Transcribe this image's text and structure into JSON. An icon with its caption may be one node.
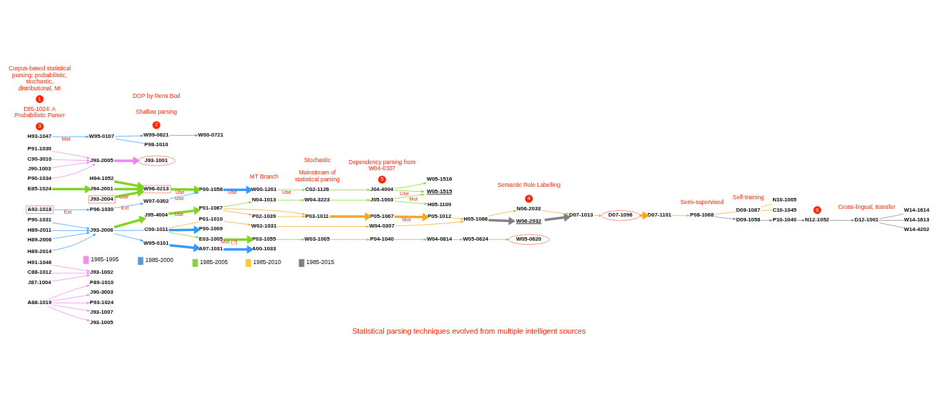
{
  "diagram": {
    "caption": "Statistical parsing techniques evolved from multiple intelligent sources",
    "nodes": [
      {
        "text": [
          "A88-1019"
        ]
      },
      {
        "text": [
          "P89-1010"
        ]
      },
      {
        "text": [
          "J90-3003"
        ]
      },
      {
        "text": [
          "P93-1024"
        ]
      },
      {
        "text": [
          "J93-1007"
        ]
      },
      {
        "text": [
          "J93-1005"
        ]
      },
      {
        "text": [
          "H91-1046"
        ]
      },
      {
        "text": [
          "C88-1012"
        ]
      },
      {
        "text": [
          "J87-1004"
        ]
      },
      {
        "text": [
          "J93-1002"
        ]
      },
      {
        "text": [
          "E85-1024"
        ]
      },
      {
        "text": [
          "H94-1052"
        ]
      },
      {
        "text": [
          "J94-2001"
        ]
      },
      {
        "text": [
          "W96-0213"
        ]
      },
      {
        "text": [
          "J93-2004"
        ]
      },
      {
        "text": [
          "P00-1058"
        ]
      },
      {
        "text": [
          "W00-1201"
        ]
      },
      {
        "text": [
          "C02-1126"
        ]
      },
      {
        "text": [
          "J04-4004"
        ]
      },
      {
        "text": [
          "W05-1516"
        ]
      },
      {
        "text": [
          "W05-1515"
        ]
      },
      {
        "text": [
          "J05-1003"
        ]
      },
      {
        "text": [
          "H05-1100"
        ]
      },
      {
        "text": [
          "N04-1013"
        ]
      },
      {
        "text": [
          "W04-3223"
        ]
      },
      {
        "text": [
          "P01-1067"
        ]
      },
      {
        "text": [
          "P02-1039"
        ]
      },
      {
        "text": [
          "P03-1011"
        ]
      },
      {
        "text": [
          "P05-1067"
        ]
      },
      {
        "text": [
          "P05-1012"
        ]
      },
      {
        "text": [
          "P96-1030"
        ]
      },
      {
        "text": [
          "A92-1018"
        ]
      },
      {
        "text": [
          "W97-0302"
        ]
      },
      {
        "text": [
          "P91-1030"
        ]
      },
      {
        "text": [
          "C90-3010"
        ]
      },
      {
        "text": [
          "J90-1003"
        ]
      },
      {
        "text": [
          "J93-2005"
        ]
      },
      {
        "text": [
          "P90-1034"
        ]
      },
      {
        "text": [
          "J93-1001"
        ]
      },
      {
        "text": [
          "W00-0721"
        ]
      },
      {
        "text": [
          "W99-0621"
        ]
      },
      {
        "text": [
          "P98-1010"
        ]
      },
      {
        "text": [
          "W95-0107"
        ]
      },
      {
        "text": [
          "H93-1047"
        ]
      },
      {
        "text": [
          "P90-1031"
        ]
      },
      {
        "text": [
          "H89-2011"
        ]
      },
      {
        "text": [
          "H89-2006"
        ]
      },
      {
        "text": [
          "H89-2014"
        ]
      },
      {
        "text": [
          "J93-2006"
        ]
      },
      {
        "text": [
          "J95-4004"
        ]
      },
      {
        "text": [
          "W95-0101"
        ]
      },
      {
        "text": [
          "P00-1009"
        ]
      },
      {
        "text": [
          "C00-1011"
        ]
      },
      {
        "text": [
          "A97-1031"
        ]
      },
      {
        "text": [
          "A00-1033"
        ]
      },
      {
        "text": [
          "P03-1055"
        ]
      },
      {
        "text": [
          "E03-1005"
        ]
      },
      {
        "text": [
          "W03-1005"
        ]
      },
      {
        "text": [
          "P04-1040"
        ]
      },
      {
        "text": [
          "W04-0814"
        ]
      },
      {
        "text": [
          "W05-0624"
        ]
      },
      {
        "text": [
          "W05-0620"
        ]
      },
      {
        "text": [
          "P01-1010"
        ]
      },
      {
        "text": [
          "W02-1031"
        ]
      },
      {
        "text": [
          "W04-0307"
        ]
      },
      {
        "text": [
          "H05-1066"
        ]
      },
      {
        "text": [
          "N06-2033"
        ]
      },
      {
        "text": [
          "D07-1013"
        ]
      },
      {
        "text": [
          "W06-2932"
        ]
      },
      {
        "text": [
          "D07-1096"
        ]
      },
      {
        "text": [
          "D07-1101"
        ]
      },
      {
        "text": [
          "N10-1005"
        ]
      },
      {
        "text": [
          "C10-1045"
        ]
      },
      {
        "text": [
          "D09-1087"
        ]
      },
      {
        "text": [
          "P08-1068"
        ]
      },
      {
        "text": [
          "W14-1614"
        ]
      },
      {
        "text": [
          "W14-1613"
        ]
      },
      {
        "text": [
          "W14-4202"
        ]
      },
      {
        "text": [
          "D12-1001"
        ]
      },
      {
        "text": [
          "N12-1052"
        ]
      },
      {
        "text": [
          "P10-1040"
        ]
      },
      {
        "text": [
          "D09-1058"
        ]
      }
    ],
    "edges": [
      {
        "from": 0,
        "to": 1,
        "arrow": "to",
        "color": "#f080f0"
      },
      {
        "from": 0,
        "to": 2,
        "arrow": "to",
        "color": "#f080f0"
      },
      {
        "from": 0,
        "to": 3,
        "arrow": "to",
        "color": "#f080f0"
      },
      {
        "from": 0,
        "to": 4,
        "arrow": "to",
        "color": "#f080f0"
      },
      {
        "from": 0,
        "to": 5,
        "arrow": "to",
        "color": "#f080f0"
      },
      {
        "from": 6,
        "to": 9,
        "arrow": "to",
        "color": "#f080f0"
      },
      {
        "from": 7,
        "to": 9,
        "arrow": "to",
        "color": "#f080f0"
      },
      {
        "from": 8,
        "to": 9,
        "arrow": "to",
        "color": "#f080f0"
      },
      {
        "from": 33,
        "to": 36,
        "arrow": "to",
        "color": "#f080f0"
      },
      {
        "from": 34,
        "to": 36,
        "arrow": "to",
        "color": "#f080f0"
      },
      {
        "from": 35,
        "to": 36,
        "arrow": "to",
        "color": "#f080f0"
      },
      {
        "from": 37,
        "to": 36,
        "arrow": "to",
        "color": "#f080f0"
      },
      {
        "from": 36,
        "to": 38,
        "arrow": "to",
        "color": "#f080f0",
        "style": "thick"
      },
      {
        "from": 10,
        "to": 12,
        "arrow": "to",
        "style": "thick"
      },
      {
        "from": 12,
        "to": 13,
        "arrow": "to",
        "style": "thick"
      },
      {
        "from": 11,
        "to": 13,
        "arrow": "to",
        "style": "thick"
      },
      {
        "from": 14,
        "to": 13,
        "arrow": "to",
        "label": "Use",
        "style": "thick"
      },
      {
        "from": 13,
        "to": 15,
        "arrow": "to",
        "label": "Use",
        "style": "thick"
      },
      {
        "from": 15,
        "to": 16,
        "arrow": "to",
        "label": "Use",
        "color": "#3399ff",
        "style": "thick"
      },
      {
        "from": 31,
        "to": 30,
        "arrow": "to",
        "label": "Ext",
        "color": "#3399ff"
      },
      {
        "from": 30,
        "to": 32,
        "arrow": "to",
        "label": "Ext",
        "color": "#3399ff"
      },
      {
        "from": 32,
        "to": 15,
        "arrow": "to",
        "label": "Use",
        "color": "#3399ff"
      },
      {
        "from": 16,
        "to": 17,
        "arrow": "to",
        "label": "Use"
      },
      {
        "from": 17,
        "to": 18,
        "arrow": "to"
      },
      {
        "from": 18,
        "to": 19,
        "arrow": "to"
      },
      {
        "from": 18,
        "to": 20,
        "arrow": "to",
        "label": "Use"
      },
      {
        "from": 21,
        "to": 20,
        "arrow": "to",
        "label": "Mot"
      },
      {
        "from": 21,
        "to": 22,
        "arrow": "to"
      },
      {
        "from": 24,
        "to": 21,
        "arrow": "to"
      },
      {
        "from": 23,
        "to": 24,
        "arrow": "to"
      },
      {
        "from": 25,
        "to": 23,
        "arrow": "to"
      },
      {
        "from": 48,
        "to": 49,
        "arrow": "to",
        "style": "thick"
      },
      {
        "from": 49,
        "to": 25,
        "arrow": "to",
        "label": "Use",
        "style": "thick"
      },
      {
        "from": 25,
        "to": 26,
        "arrow": "to",
        "color": "#f5a623"
      },
      {
        "from": 25,
        "to": 27,
        "arrow": "to",
        "color": "#f5a623"
      },
      {
        "from": 26,
        "to": 27,
        "arrow": "to",
        "color": "#f5a623"
      },
      {
        "from": 27,
        "to": 28,
        "arrow": "to",
        "color": "#f5a623",
        "style": "thick"
      },
      {
        "from": 28,
        "to": 29,
        "arrow": "to",
        "label": "Mot",
        "color": "#f5a623",
        "style": "thick"
      },
      {
        "from": 29,
        "to": 65,
        "arrow": "to",
        "color": "#f5a623"
      },
      {
        "from": 43,
        "to": 42,
        "arrow": "to",
        "label": "Mot",
        "color": "#3399ff"
      },
      {
        "from": 42,
        "to": 40,
        "arrow": "to",
        "color": "#3399ff"
      },
      {
        "from": 40,
        "to": 39,
        "arrow": "to",
        "color": "#3399ff"
      },
      {
        "from": 42,
        "to": 41,
        "arrow": "none",
        "color": "#3399ff"
      },
      {
        "from": 44,
        "to": 48,
        "arrow": "to",
        "color": "#3399ff"
      },
      {
        "from": 45,
        "to": 48,
        "arrow": "to",
        "color": "#3399ff"
      },
      {
        "from": 46,
        "to": 48,
        "arrow": "to",
        "color": "#3399ff"
      },
      {
        "from": 47,
        "to": 48,
        "arrow": "to",
        "color": "#3399ff"
      },
      {
        "from": 48,
        "to": 50,
        "arrow": "to",
        "color": "#3399ff"
      },
      {
        "from": 48,
        "to": 52,
        "arrow": "none",
        "color": "#3399ff"
      },
      {
        "from": 52,
        "to": 51,
        "arrow": "to",
        "color": "#3399ff",
        "style": "thick"
      },
      {
        "from": 50,
        "to": 53,
        "arrow": "to",
        "color": "#3399ff",
        "style": "thick"
      },
      {
        "from": 53,
        "to": 54,
        "arrow": "to",
        "color": "#3399ff",
        "style": "thick"
      },
      {
        "from": 52,
        "to": 56,
        "arrow": "to"
      },
      {
        "from": 56,
        "to": 55,
        "arrow": "to",
        "label": "Mot (?)",
        "style": "thick"
      },
      {
        "from": 55,
        "to": 57,
        "arrow": "to"
      },
      {
        "from": 57,
        "to": 58,
        "arrow": "to"
      },
      {
        "from": 58,
        "to": 59,
        "arrow": "to"
      },
      {
        "from": 59,
        "to": 60,
        "arrow": "to"
      },
      {
        "from": 60,
        "to": 61,
        "arrow": "to"
      },
      {
        "from": 52,
        "to": 62,
        "arrow": "none",
        "color": "#f5a623"
      },
      {
        "from": 62,
        "to": 63,
        "arrow": "to",
        "color": "#f5a623"
      },
      {
        "from": 63,
        "to": 64,
        "arrow": "to",
        "color": "#f5a623"
      },
      {
        "from": 64,
        "to": 65,
        "arrow": "to",
        "color": "#f5a623"
      },
      {
        "from": 65,
        "to": 66,
        "arrow": "to",
        "color": "#f5a623"
      },
      {
        "from": 66,
        "to": 67,
        "arrow": "to",
        "color": "#f5a623"
      },
      {
        "from": 65,
        "to": 68,
        "arrow": "to",
        "color": "#808080",
        "style": "thick"
      },
      {
        "from": 68,
        "to": 67,
        "arrow": "to",
        "color": "#808080",
        "style": "thick"
      },
      {
        "from": 67,
        "to": 69,
        "arrow": "to",
        "color": "#f5a623"
      },
      {
        "from": 69,
        "to": 70,
        "arrow": "to",
        "color": "#f5a623",
        "style": "thick"
      },
      {
        "from": 70,
        "to": 74,
        "arrow": "to",
        "color": "#f5a623"
      },
      {
        "from": 74,
        "to": 73,
        "arrow": "none",
        "color": "#f5a623"
      },
      {
        "from": 73,
        "to": 71,
        "arrow": "none",
        "color": "#f5a623"
      },
      {
        "from": 73,
        "to": 72,
        "arrow": "none",
        "color": "#f5a623"
      },
      {
        "from": 74,
        "to": 81,
        "arrow": "to",
        "color": "#808080"
      },
      {
        "from": 81,
        "to": 80,
        "arrow": "to",
        "color": "#808080"
      },
      {
        "from": 80,
        "to": 79,
        "arrow": "to",
        "color": "#808080"
      },
      {
        "from": 79,
        "to": 78,
        "arrow": "to",
        "color": "#808080"
      },
      {
        "from": 78,
        "to": 76,
        "arrow": "none",
        "color": "#808080"
      },
      {
        "from": 78,
        "to": 75,
        "arrow": "none",
        "color": "#808080"
      },
      {
        "from": 78,
        "to": 77,
        "arrow": "none",
        "color": "#808080"
      }
    ],
    "labels": [
      "3",
      "E85-1024: A Probabilistic Parser",
      "Mainstream of statistical parsing",
      "5",
      "Dependency parsing from W04-0307",
      "MT Branch",
      "Stochastic",
      "Cross-lingual, transfer",
      "Self-training",
      "6",
      "Semi-supervised",
      "2",
      "Shallow parsing",
      "DOP by Rens Bod",
      "1",
      "Corpus-based statistical parsing: probabilistic, stochastic, distributional, MI",
      "4",
      "Semantic Role Labelling"
    ],
    "legend": [
      {
        "text": "1985-1995",
        "color": "#f58cf0"
      },
      {
        "text": "1985-2000",
        "color": "#5b9bd5"
      },
      {
        "text": "1985-2005",
        "color": "#8cd048"
      },
      {
        "text": "1985-2010",
        "color": "#fcc444"
      },
      {
        "text": "1985-2015",
        "color": "#808080"
      }
    ]
  }
}
